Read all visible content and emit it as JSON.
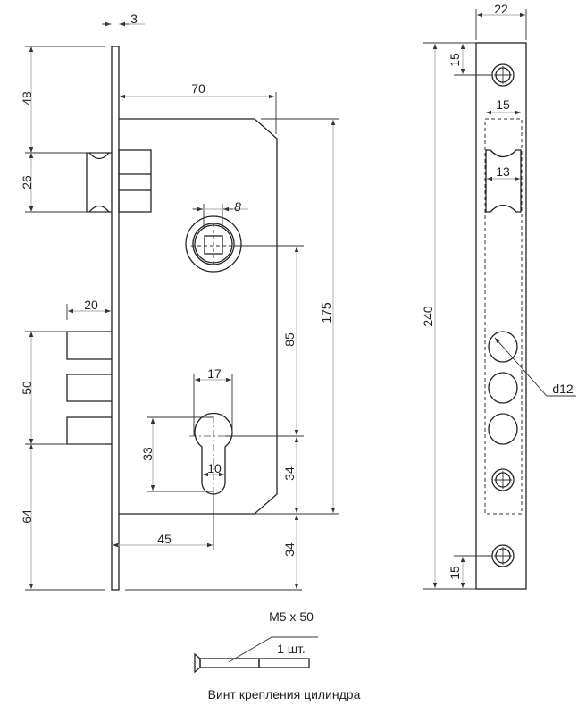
{
  "dimensions": {
    "faceplate_thickness": "3",
    "backset_top": "48",
    "latch_height": "26",
    "body_depth": "70",
    "spindle_square": "8",
    "bolt_throw": "20",
    "body_height": "175",
    "spindle_to_cylinder": "85",
    "bolt_span": "50",
    "cylinder_width": "17",
    "cylinder_height": "33",
    "cylinder_slot": "10",
    "cylinder_to_body_bottom": "34",
    "body_bottom_to_plate_end": "34",
    "lower_offset": "64",
    "backset": "45",
    "plate_width": "22",
    "plate_length": "240",
    "screw_offset_top": "15",
    "screw_offset_bottom": "15",
    "recess_width": "15",
    "latch_opening": "13",
    "hole_diameter": "d12"
  },
  "screw": {
    "size": "M5 x 50",
    "quantity": "1 шт.",
    "caption": "Винт крепления цилиндра"
  }
}
